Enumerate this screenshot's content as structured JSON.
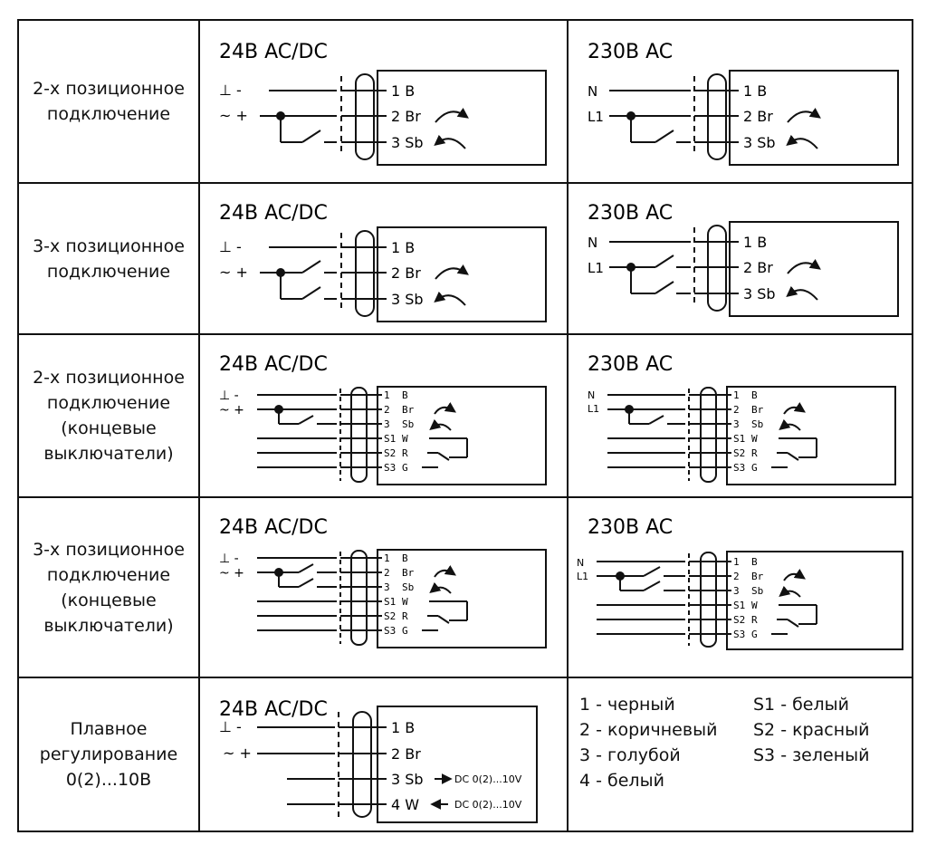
{
  "header_dc": "24В AC/DC",
  "header_ac": "230В AC",
  "rows": [
    {
      "label": [
        "2-х позиционное",
        "подключение"
      ]
    },
    {
      "label": [
        "3-х позиционное",
        "подключение"
      ]
    },
    {
      "label": [
        "2-х позиционное",
        "подключение",
        "(концевые",
        "выключатели)"
      ]
    },
    {
      "label": [
        "3-х позиционное",
        "подключение",
        "(концевые",
        "выключатели)"
      ]
    },
    {
      "label": [
        "Плавное",
        "регулирование",
        "0(2)...10В"
      ]
    }
  ],
  "terminals_dc": {
    "ground": "⊥ -",
    "supply": "~ +"
  },
  "terminals_ac": {
    "neutral": "N",
    "line": "L1"
  },
  "wires": [
    "1 B",
    "2 Br",
    "3 Sb",
    "4 W"
  ],
  "wires_small": {
    "n1": "1",
    "c1": "B",
    "n2": "2",
    "c2": "Br",
    "n3": "3",
    "c3": "Sb"
  },
  "switch_wires": {
    "s1": "S1",
    "w": "W",
    "s2": "S2",
    "r": "R",
    "s3": "S3",
    "g": "G"
  },
  "signal": "DC 0(2)...10V",
  "legend_left": [
    "1 - черный",
    "2 - коричневый",
    "3 - голубой",
    "4 - белый"
  ],
  "legend_right": [
    "S1 - белый",
    "S2 - красный",
    "S3 - зеленый"
  ]
}
